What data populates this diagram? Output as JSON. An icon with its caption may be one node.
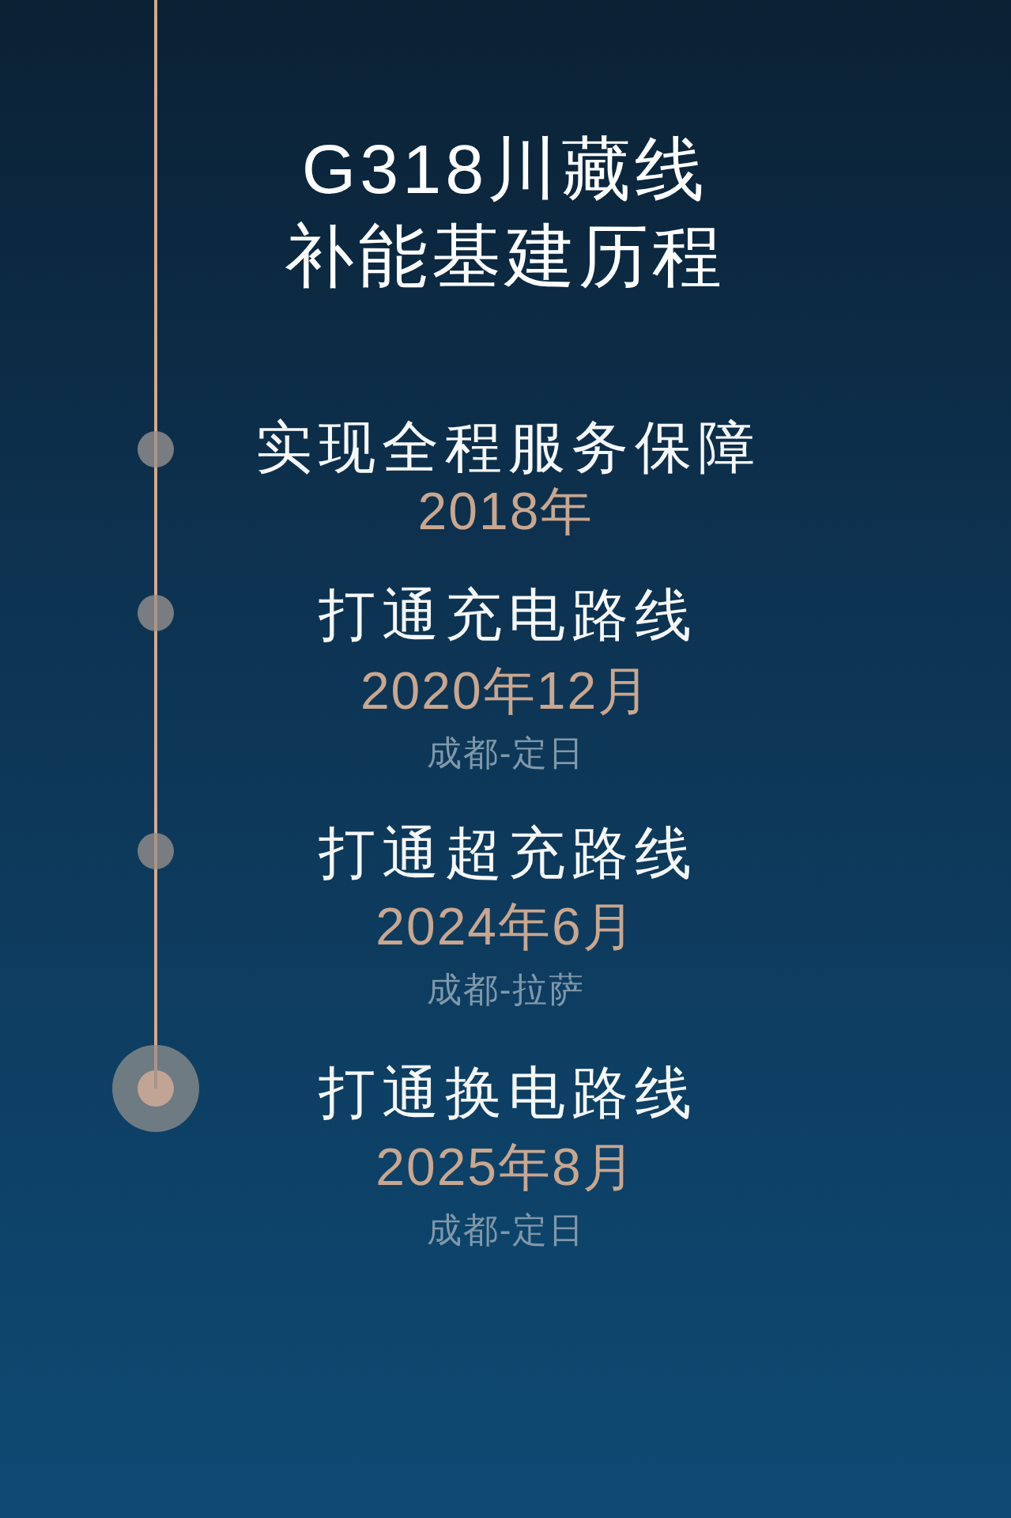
{
  "diagram": {
    "title": "G318川藏线补能基建历程",
    "nodes": [
      {
        "text": [],
        "shape": "circle",
        "beside": [
          "实现全程服务保障",
          "2018年"
        ]
      },
      {
        "text": [],
        "shape": "circle",
        "beside": [
          "打通充电路线",
          "2020年12月",
          "成都-定日"
        ]
      },
      {
        "text": [],
        "shape": "circle",
        "beside": [
          "打通超充路线",
          "2024年6月",
          "成都-拉萨"
        ]
      },
      {
        "text": [],
        "shape": "circle",
        "beside": [
          "打通换电路线",
          "2025年8月",
          "成都-定日"
        ]
      }
    ],
    "edges": [
      {
        "from": null,
        "to": 0,
        "arrow": "none"
      },
      {
        "from": 0,
        "to": 1,
        "arrow": "none"
      },
      {
        "from": 1,
        "to": 2,
        "arrow": "none"
      },
      {
        "from": 2,
        "to": 3,
        "arrow": "none"
      }
    ]
  }
}
